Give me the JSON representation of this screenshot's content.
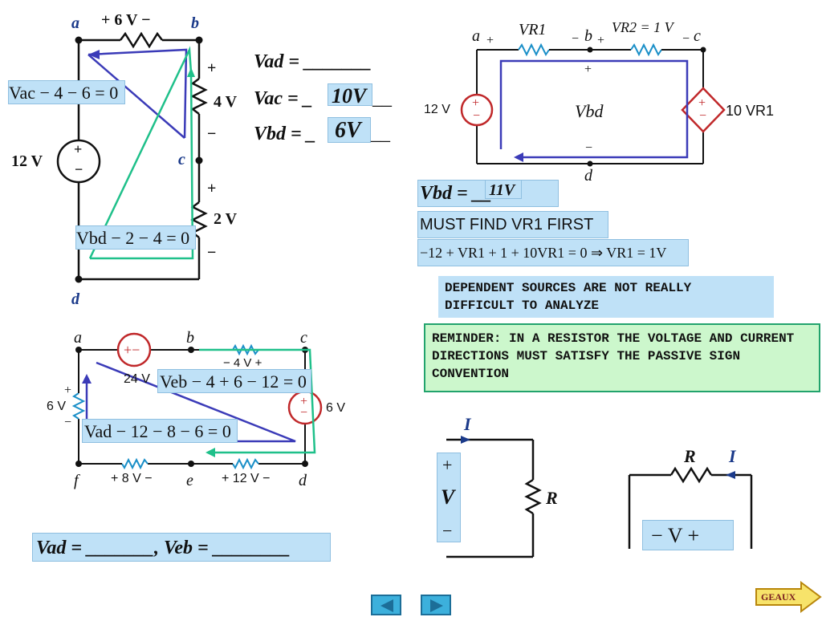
{
  "top_left": {
    "node_a": "a",
    "node_b": "b",
    "node_c": "c",
    "node_d": "d",
    "r_top_label": "+  6 V  −",
    "r_bc_plus": "+",
    "r_bc_value": "4 V",
    "r_bc_minus": "−",
    "r_cd_plus": "+",
    "r_cd_value": "2 V",
    "r_cd_minus": "−",
    "source_label": "12 V",
    "source_plus": "+",
    "source_minus": "−",
    "kvl_ac": "Vac − 4 − 6 = 0",
    "kvl_bd": "Vbd − 2 − 4 = 0"
  },
  "questions": {
    "vad": "Vad = _______",
    "vac_prefix": "Vac = _",
    "vac_answer": "10V",
    "vbd_prefix": "Vbd = _",
    "vbd_answer": "6V",
    "suffix": "__"
  },
  "top_right": {
    "node_a": "a",
    "node_b": "b",
    "node_c": "c",
    "node_d": "d",
    "vr1": "VR1",
    "vr2": "VR2 = 1 V",
    "plus": "+",
    "minus": "−",
    "source_label": "12 V",
    "dep_label": "10 VR1",
    "vbd_center": "Vbd",
    "vbd_question_prefix": "Vbd = __",
    "vbd_answer": "11V",
    "must_find": "MUST FIND VR1 FIRST",
    "equation": "−12 + VR1 + 1 + 10VR1 = 0 ⇒ VR1 = 1V"
  },
  "notes": {
    "dependent": "DEPENDENT SOURCES ARE NOT REALLY DIFFICULT TO ANALYZE",
    "reminder": "REMINDER: IN A RESISTOR THE VOLTAGE AND CURRENT DIRECTIONS MUST SATISFY THE PASSIVE SIGN CONVENTION"
  },
  "bottom_left": {
    "node_a": "a",
    "node_b": "b",
    "node_c": "c",
    "node_d": "d",
    "node_e": "e",
    "node_f": "f",
    "src24": "24 V",
    "src6": "6 V",
    "res6": "6 V",
    "res_bc": "− 4 V +",
    "res_fe": "+ 8 V −",
    "res_ed": "+ 12 V −",
    "kvl_eb": "Veb − 4 + 6 − 12 = 0",
    "kvl_ad": "Vad − 12 − 8 − 6 = 0",
    "question": "Vad = _______,  Veb = ________"
  },
  "psc": {
    "current": "I",
    "resistor": "R",
    "plus": "+",
    "voltage": "V",
    "minus": "−",
    "right_label": "−   V   +"
  },
  "nav": {
    "prev": "previous",
    "next": "next",
    "geaux": "GEAUX"
  },
  "colors": {
    "wire": "#111111",
    "kvl_blue": "#3b3bb8",
    "kvl_green": "#1fc08a",
    "label_bg": "#bfe1f7",
    "source_red": "#c0282a",
    "note_green": "#ccf7cc"
  }
}
